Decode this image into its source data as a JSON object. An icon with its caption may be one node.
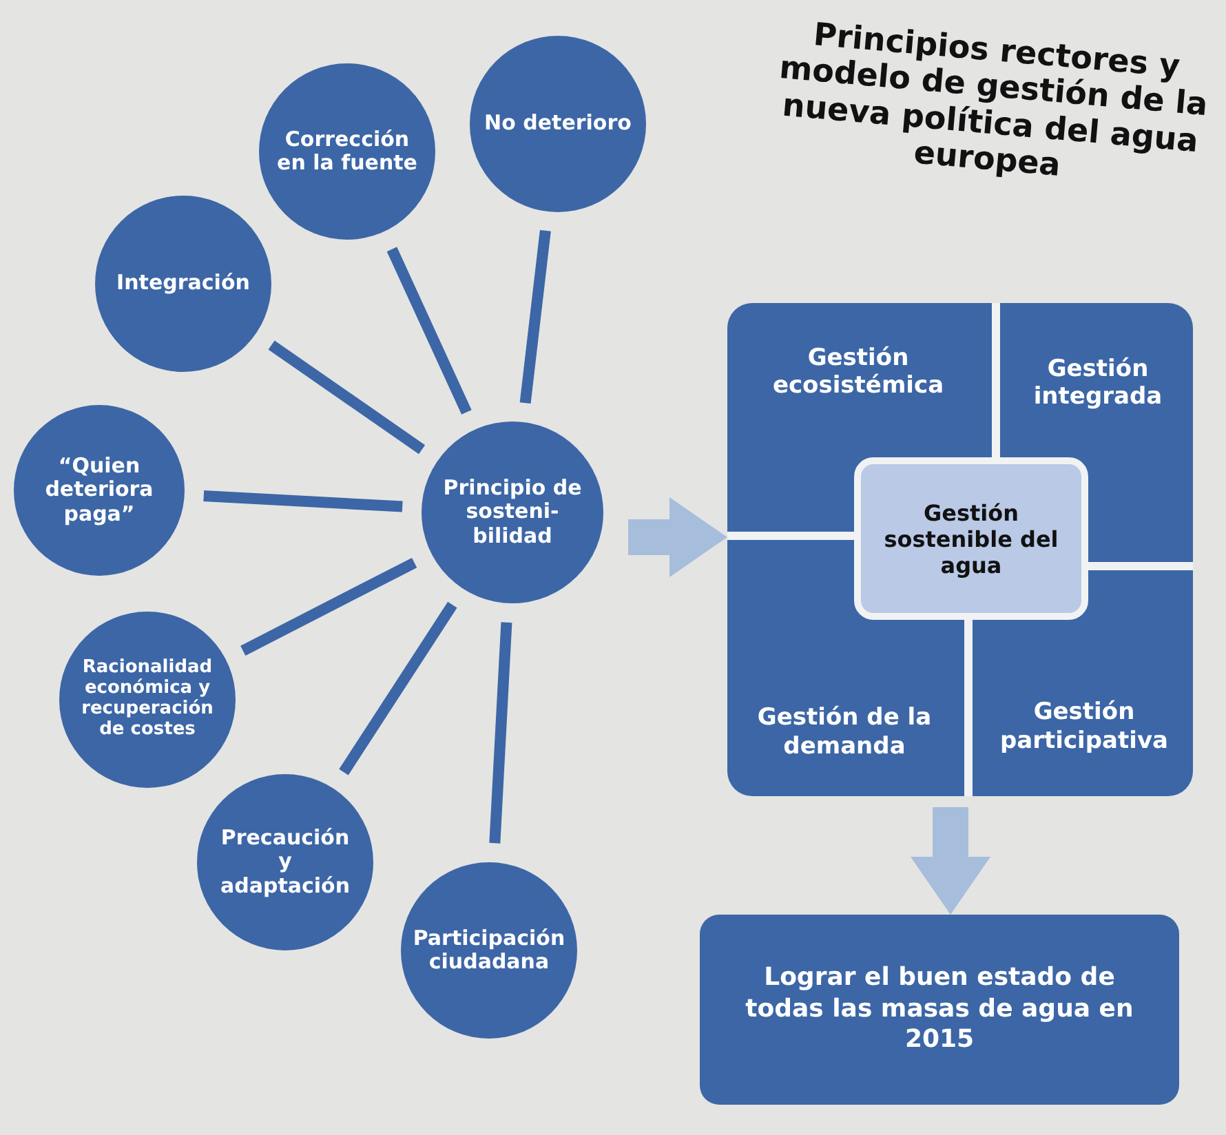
{
  "diagram": {
    "title": "Principios rectores y modelo de gestión de la nueva política del agua europea",
    "nodes": [
      {
        "text": [
          "Principio de sosteni- bilidad"
        ]
      },
      {
        "text": [
          "No deterioro"
        ]
      },
      {
        "text": [
          "Corrección en la fuente"
        ]
      },
      {
        "text": [
          "Integración"
        ]
      },
      {
        "text": [
          "“Quien deteriora paga”"
        ]
      },
      {
        "text": [
          "Racionalidad económica y recuperación de costes"
        ]
      },
      {
        "text": [
          "Precaución y adaptación"
        ]
      },
      {
        "text": [
          "Participación ciudadana"
        ]
      },
      {
        "text": [],
        "shape": "box"
      },
      {
        "text": [
          "Gestión ecosistémica"
        ],
        "in": 8
      },
      {
        "text": [
          "Gestión integrada"
        ],
        "in": 8
      },
      {
        "text": [
          "Gestión sostenible del agua"
        ],
        "in": 8
      },
      {
        "text": [
          "Gestión de la demanda"
        ],
        "in": 8
      },
      {
        "text": [
          "Gestión participativa"
        ],
        "in": 8
      },
      {
        "text": [
          "Lograr el buen estado de todas las masas de agua en 2015"
        ]
      }
    ],
    "edges": [
      {
        "from": 1,
        "to": 0,
        "arrow": "none"
      },
      {
        "from": 2,
        "to": 0,
        "arrow": "none"
      },
      {
        "from": 3,
        "to": 0,
        "arrow": "none"
      },
      {
        "from": 4,
        "to": 0,
        "arrow": "none"
      },
      {
        "from": 5,
        "to": 0,
        "arrow": "none"
      },
      {
        "from": 6,
        "to": 0,
        "arrow": "none"
      },
      {
        "from": 7,
        "to": 0,
        "arrow": "none"
      },
      {
        "from": 0,
        "to": 8,
        "arrow": "to",
        "style": "thick",
        "color": "#a7bddc"
      },
      {
        "from": 8,
        "to": 14,
        "arrow": "to",
        "style": "thick",
        "color": "#a7bddc"
      }
    ]
  }
}
